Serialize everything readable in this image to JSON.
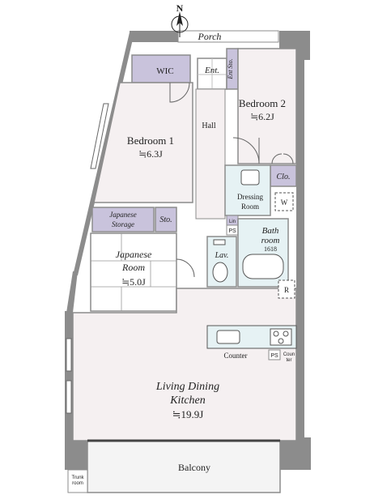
{
  "compass": {
    "letter": "N"
  },
  "rooms": {
    "porch": "Porch",
    "wic": "WIC",
    "ent": "Ent.",
    "ent_sto": "Ent Sto.",
    "bedroom2": {
      "name": "Bedroom 2",
      "size": "≒6.2J"
    },
    "hall": "Hall",
    "bedroom1": {
      "name": "Bedroom 1",
      "size": "≒6.3J"
    },
    "clo": "Clo.",
    "dressing": {
      "line1": "Dressing",
      "line2": "Room"
    },
    "washer": "W",
    "japanese_storage": {
      "line1": "Japanese",
      "line2": "Storage"
    },
    "sto": "Sto.",
    "lin": "Lin",
    "ps_top": "PS",
    "bath": {
      "line1": "Bath",
      "line2": "room",
      "line3": "1618"
    },
    "japanese_room": {
      "line1": "Japanese",
      "line2": "Room",
      "size": "≒5.0J"
    },
    "lav": "Lav.",
    "fridge": "R",
    "counter": "Counter",
    "ps_kitchen": "PS",
    "counter_set": {
      "line1": "Coun",
      "line2": "ter"
    },
    "ldk": {
      "line1": "Living Dining",
      "line2": "Kitchen",
      "size": "≒19.9J"
    },
    "balcony": "Balcony",
    "trunk": {
      "line1": "Trunk",
      "line2": "room"
    }
  },
  "colors": {
    "wall": "#8c8c8c",
    "room": "#f5f0f1",
    "storage": "#c9c3dc",
    "wet": "#e6f2f4",
    "tatami": "#ffffff",
    "balcony": "#f4f4f4"
  }
}
